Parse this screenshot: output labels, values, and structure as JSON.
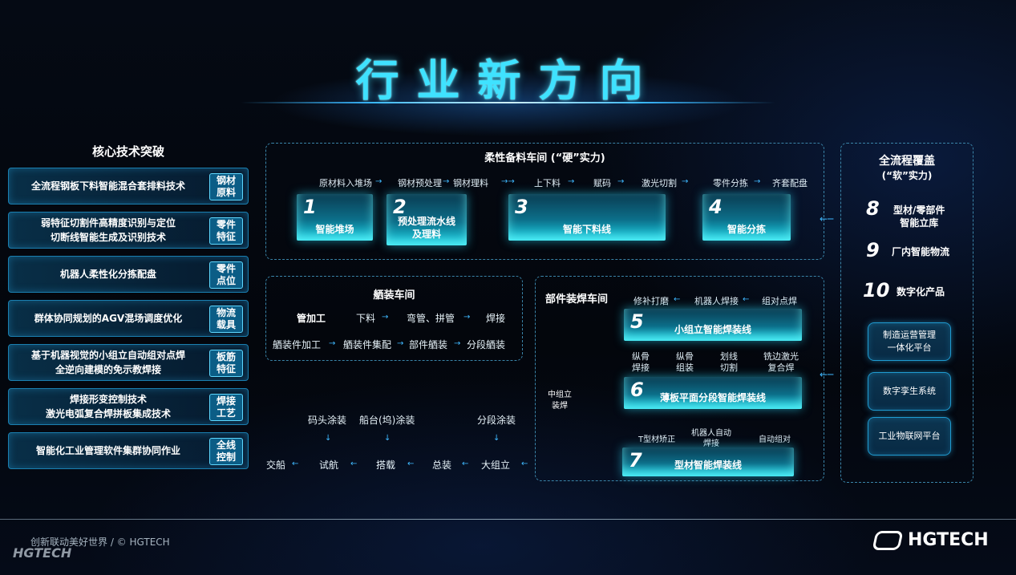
{
  "title": "行业新方向",
  "left": {
    "heading": "核心技术突破",
    "rows": [
      {
        "text": "全流程钢板下料智能混合套排料技术",
        "tag": "钢材\n原料"
      },
      {
        "text": "弱特征切割件高精度识别与定位\n切断线智能生成及识别技术",
        "tag": "零件\n特征"
      },
      {
        "text": "机器人柔性化分拣配盘",
        "tag": "零件\n点位"
      },
      {
        "text": "群体协同规划的AGV混场调度优化",
        "tag": "物流\n载具"
      },
      {
        "text": "基于机器视觉的小组立自动组对点焊\n全逆向建模的免示教焊接",
        "tag": "板筋\n特征"
      },
      {
        "text": "焊接形变控制技术\n激光电弧复合焊拼板集成技术",
        "tag": "焊接\n工艺"
      },
      {
        "text": "智能化工业管理软件集群协同作业",
        "tag": "全线\n控制"
      }
    ]
  },
  "workshop1": {
    "title": "柔性备料车间 (“硬”实力)",
    "steps": [
      "原材料入堆场",
      "钢材预处理",
      "钢材理料",
      "上下料",
      "赋码",
      "激光切割",
      "零件分拣",
      "齐套配盘"
    ],
    "boxes": [
      {
        "num": "1",
        "label": "智能堆场"
      },
      {
        "num": "2",
        "label": "预处理流水线\n及理料"
      },
      {
        "num": "3",
        "label": "智能下料线"
      },
      {
        "num": "4",
        "label": "智能分拣"
      }
    ]
  },
  "outfitting": {
    "title": "舾装车间",
    "row1_label": "管加工",
    "row1_steps": [
      "下料",
      "弯管、拼管",
      "焊接"
    ],
    "row2_steps": [
      "舾装件加工",
      "舾装件集配",
      "部件舾装",
      "分段舾装"
    ]
  },
  "welding": {
    "title": "部件装焊车间",
    "line5": {
      "num": "5",
      "label": "小组立智能焊装线",
      "steps": [
        "修补打磨",
        "机器人焊接",
        "组对点焊"
      ]
    },
    "line6": {
      "num": "6",
      "label": "薄板平面分段智能焊装线",
      "steps": [
        "纵骨\n焊接",
        "纵骨\n组装",
        "划线\n切割",
        "铣边激光\n复合焊"
      ]
    },
    "line7": {
      "num": "7",
      "label": "型材智能焊装线",
      "steps": [
        "T型材矫正",
        "机器人自动\n焊接",
        "自动组对"
      ]
    },
    "mid": "中组立\n装焊"
  },
  "assembly": {
    "top": [
      "码头涂装",
      "船台(坞)涂装",
      "分段涂装"
    ],
    "flow": [
      "交船",
      "试航",
      "搭载",
      "总装",
      "大组立"
    ]
  },
  "right": {
    "title": "全流程覆盖",
    "subtitle": "(“软”实力)",
    "items": [
      {
        "num": "8",
        "label": "型材/零部件\n智能立库"
      },
      {
        "num": "9",
        "label": "厂内智能物流"
      },
      {
        "num": "10",
        "label": "数字化产品"
      }
    ],
    "buttons": [
      "制造运营管理\n一体化平台",
      "数字孪生系统",
      "工业物联网平台"
    ]
  },
  "footer": {
    "slogan": "创新联动美好世界 / © HGTECH",
    "logo_small": "HGTECH",
    "logo": "HGTECH"
  }
}
